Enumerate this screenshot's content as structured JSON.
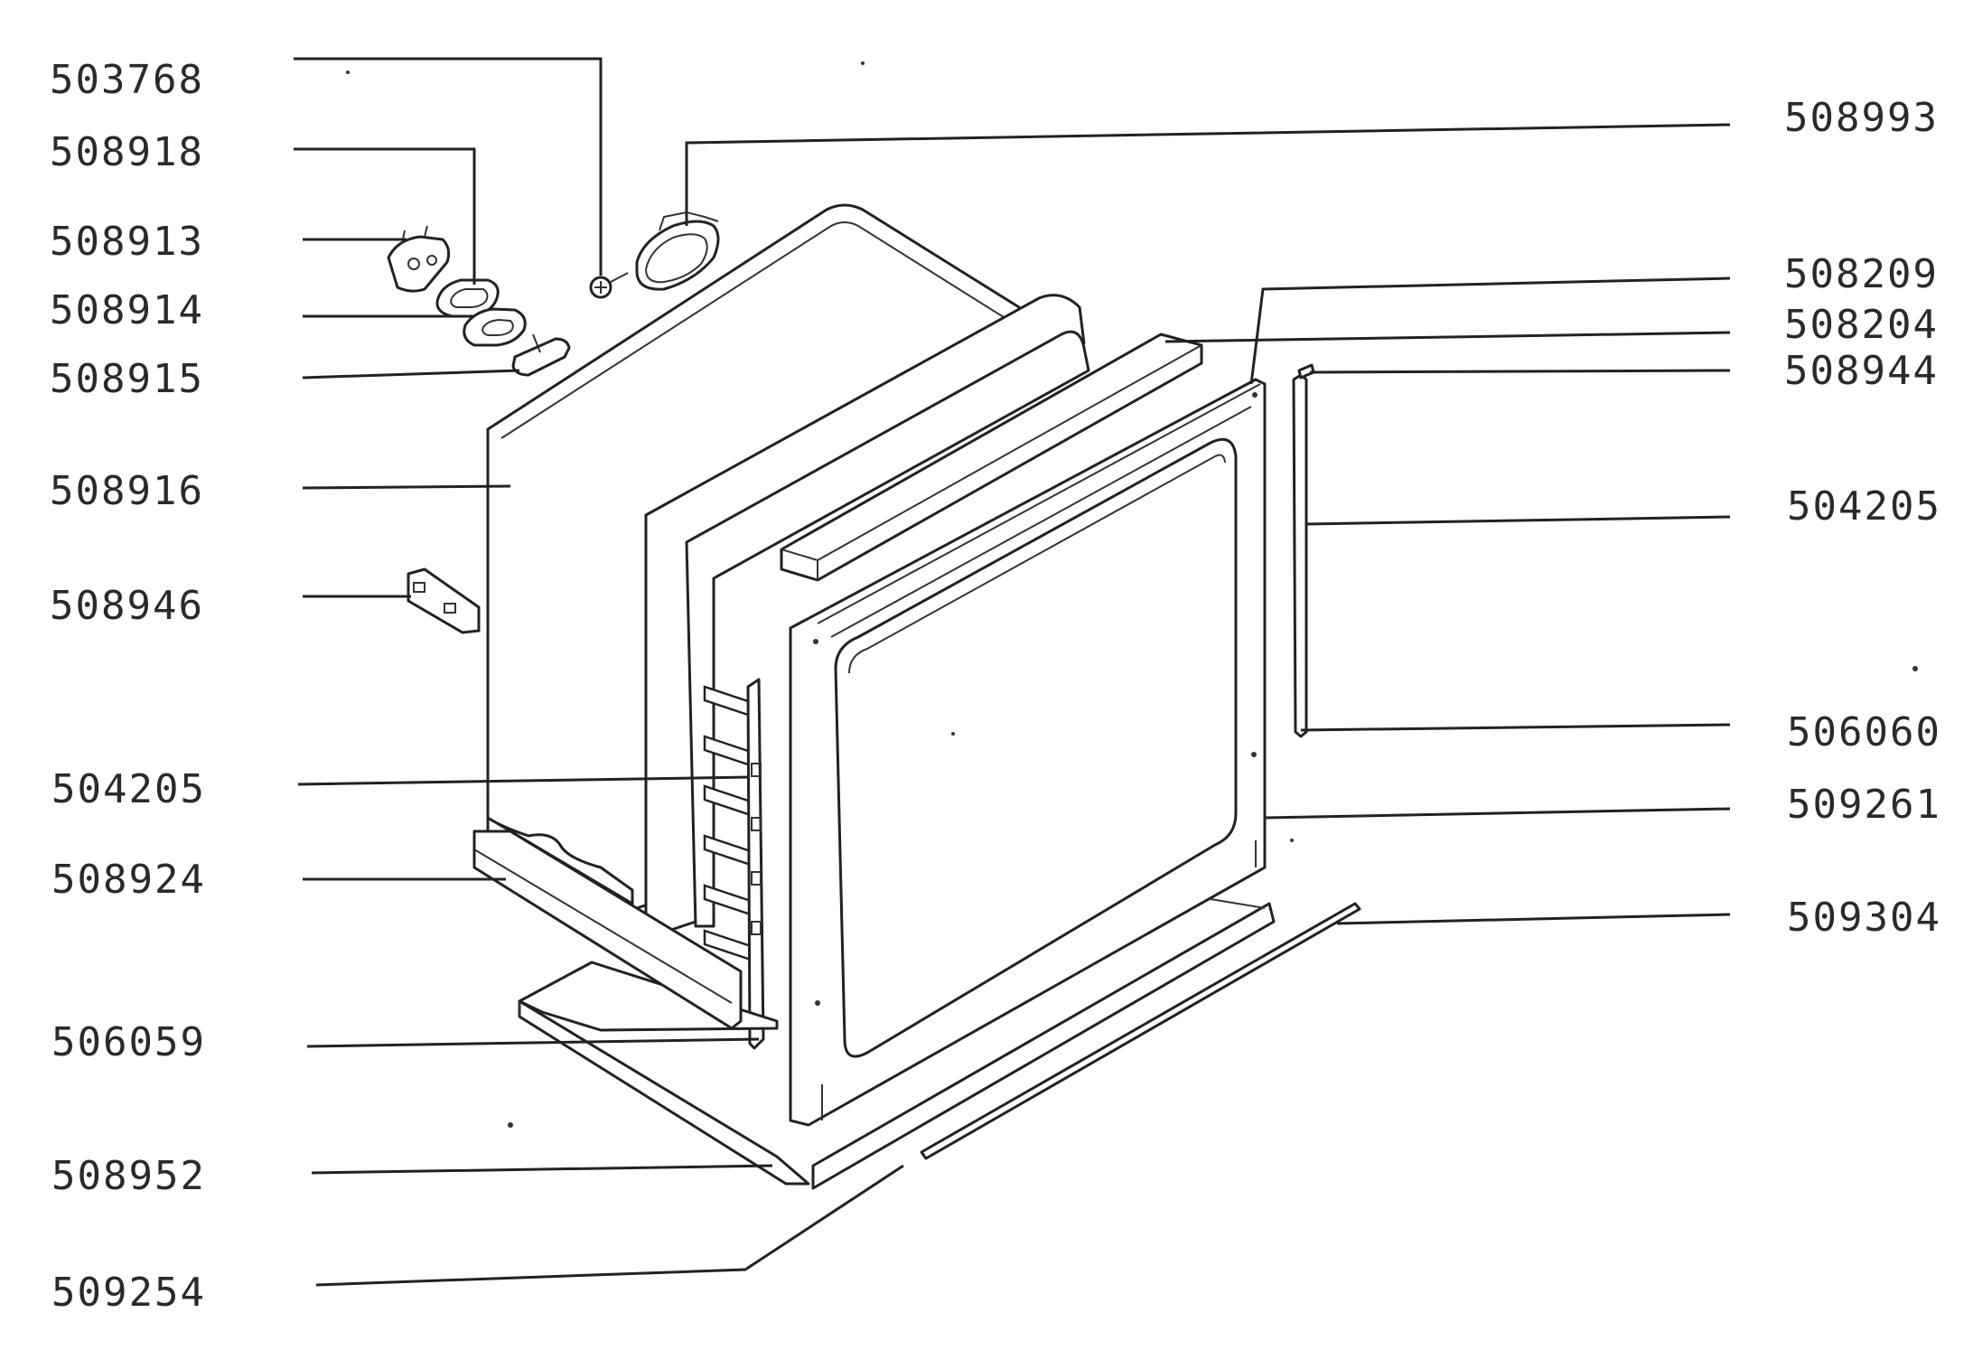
{
  "diagram": {
    "left_labels": [
      {
        "text": "503768"
      },
      {
        "text": "508918"
      },
      {
        "text": "508913"
      },
      {
        "text": "508914"
      },
      {
        "text": "508915"
      },
      {
        "text": "508916"
      },
      {
        "text": "508946"
      },
      {
        "text": "504205"
      },
      {
        "text": "508924"
      },
      {
        "text": "506059"
      },
      {
        "text": "508952"
      },
      {
        "text": "509254"
      }
    ],
    "right_labels": [
      {
        "text": "508993"
      },
      {
        "text": "508209"
      },
      {
        "text": "508204"
      },
      {
        "text": "508944"
      },
      {
        "text": "504205"
      },
      {
        "text": "506060"
      },
      {
        "text": "509261"
      },
      {
        "text": "509304"
      }
    ]
  },
  "colors": {
    "line": "#222222",
    "text": "#2a2a2a",
    "background": "#ffffff"
  }
}
